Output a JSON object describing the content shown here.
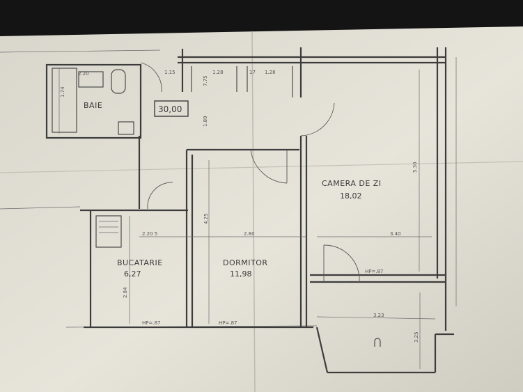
{
  "rooms": {
    "baie": {
      "label": "BAIE"
    },
    "camera": {
      "label": "CAMERA DE ZI",
      "area": "18,02"
    },
    "bucatarie": {
      "label": "BUCATARIE",
      "area": "6,27"
    },
    "dormitor": {
      "label": "DORMITOR",
      "area": "11,98"
    }
  },
  "hall_area": "30,00",
  "dimensions": {
    "d_220a": "2.20",
    "d_174": "1.74",
    "d_115": "1.15",
    "d_128a": "1.28",
    "d_17": "17",
    "d_128b": "1.28",
    "d_775": "7.75",
    "d_189": "1.89",
    "d_530": "5.30",
    "d_425": "4.25",
    "d_2205": "2.20 5",
    "d_280": "2.80",
    "d_340": "3.40",
    "d_284": "2.84",
    "d_hp87a": "HP=.87",
    "d_hp87b": "HP=.87",
    "d_hp87c": "HP=.87",
    "d_323": "3.23",
    "d_325": "3.25"
  },
  "colors": {
    "paper": "#e6e2d8",
    "ink": "#3c3c3c",
    "background": "#141414"
  }
}
